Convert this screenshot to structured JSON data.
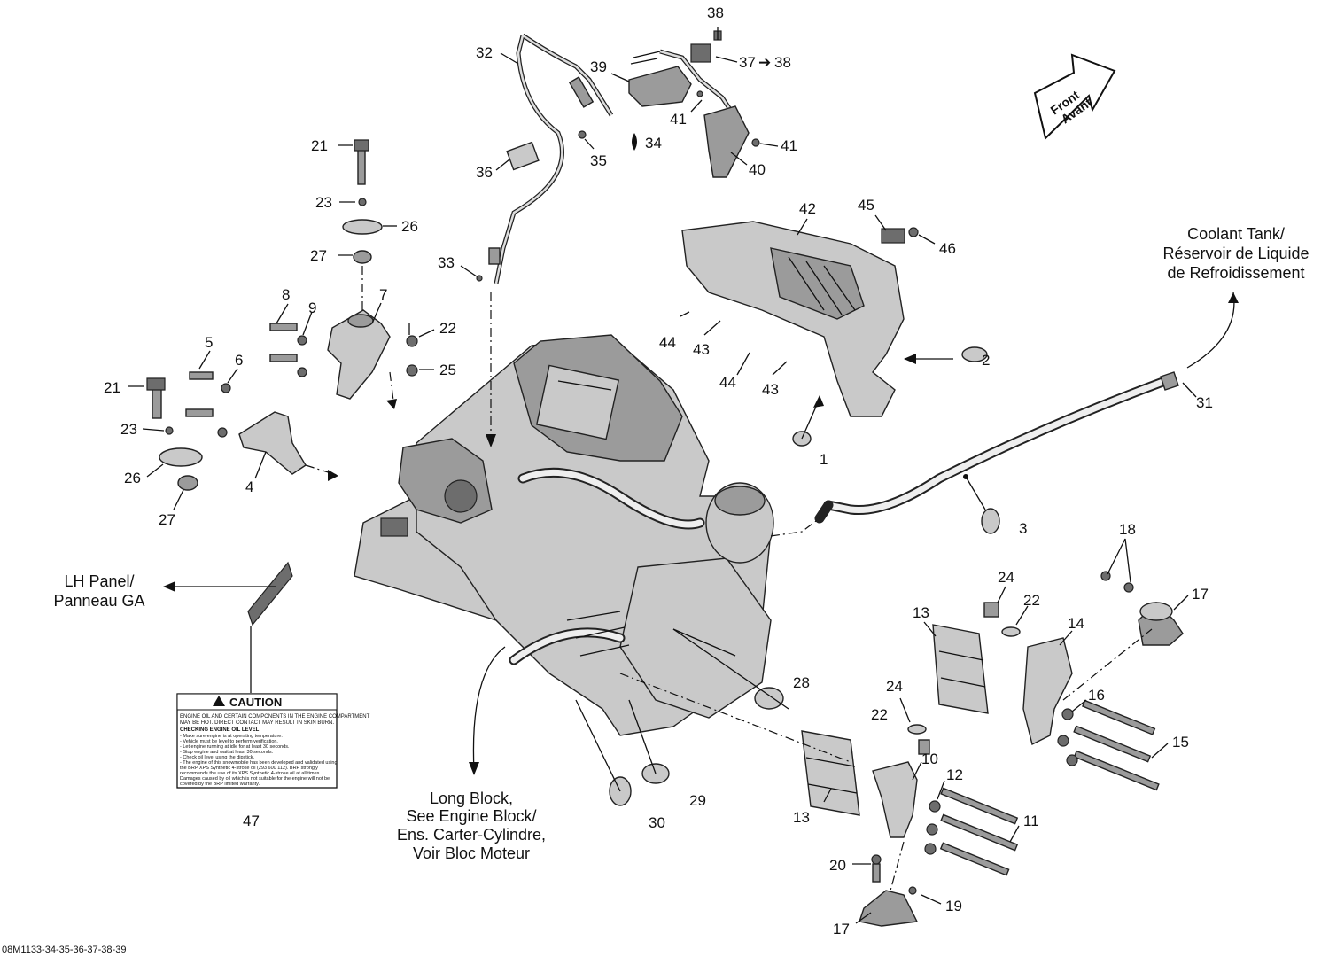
{
  "figure_code": "08M1133-34-35-36-37-38-39",
  "notes": {
    "front": {
      "line1": "Front",
      "line2": "Avant"
    },
    "coolant": {
      "line1": "Coolant Tank/",
      "line2": "Réservoir de Liquide",
      "line3": "de Refroidissement"
    },
    "lh_panel": {
      "line1": "LH Panel/",
      "line2": "Panneau GA"
    },
    "long_block": {
      "line1": "Long Block,",
      "line2": "See Engine Block/",
      "line3": "Ens. Carter-Cylindre,",
      "line4": "Voir Bloc Moteur"
    }
  },
  "caution_label": {
    "title": "CAUTION",
    "line1": "ENGINE OIL AND CERTAIN COMPONENTS IN THE ENGINE COMPARTMENT",
    "line2": "MAY BE HOT. DIRECT CONTACT MAY RESULT IN SKIN BURN.",
    "heading": "CHECKING ENGINE OIL LEVEL",
    "b1": "- Make sure engine is at operating temperature.",
    "b2": "- Vehicle must be level to perform verification.",
    "b3": "- Let engine running at idle for at least 30 seconds.",
    "b4": "- Stop engine and wait at least 30 seconds.",
    "b5": "- Check oil level using the dipstick.",
    "b6": "- The engine of this snowmobile has been developed and validated using",
    "b7": "the BRP XPS Synthetic 4-stroke oil (293 600 112). BRP strongly",
    "b8": "recommends the use of its XPS Synthetic 4-stroke oil at all times.",
    "b9": "Damages caused by oil which is not suitable for the engine will not be",
    "b10": "covered by the BRP limited warranty."
  },
  "callouts": {
    "c1": "1",
    "c2": "2",
    "c3": "3",
    "c4": "4",
    "c5": "5",
    "c6": "6",
    "c7": "7",
    "c8": "8",
    "c9": "9",
    "c10": "10",
    "c11": "11",
    "c12": "12",
    "c13a": "13",
    "c13b": "13",
    "c14": "14",
    "c15": "15",
    "c16": "16",
    "c17a": "17",
    "c17b": "17",
    "c18": "18",
    "c19": "19",
    "c20": "20",
    "c21a": "21",
    "c21b": "21",
    "c22a": "22",
    "c22b": "22",
    "c22c": "22",
    "c23a": "23",
    "c23b": "23",
    "c24a": "24",
    "c24b": "24",
    "c25": "25",
    "c26a": "26",
    "c26b": "26",
    "c27a": "27",
    "c27b": "27",
    "c28": "28",
    "c29": "29",
    "c30": "30",
    "c31": "31",
    "c32": "32",
    "c33": "33",
    "c34": "34",
    "c35": "35",
    "c36": "36",
    "c37": "37",
    "c37to38": "38",
    "c38": "38",
    "c39": "39",
    "c40": "40",
    "c41a": "41",
    "c41b": "41",
    "c42": "42",
    "c43a": "43",
    "c43b": "43",
    "c44a": "44",
    "c44b": "44",
    "c45": "45",
    "c46": "46",
    "c47": "47"
  }
}
